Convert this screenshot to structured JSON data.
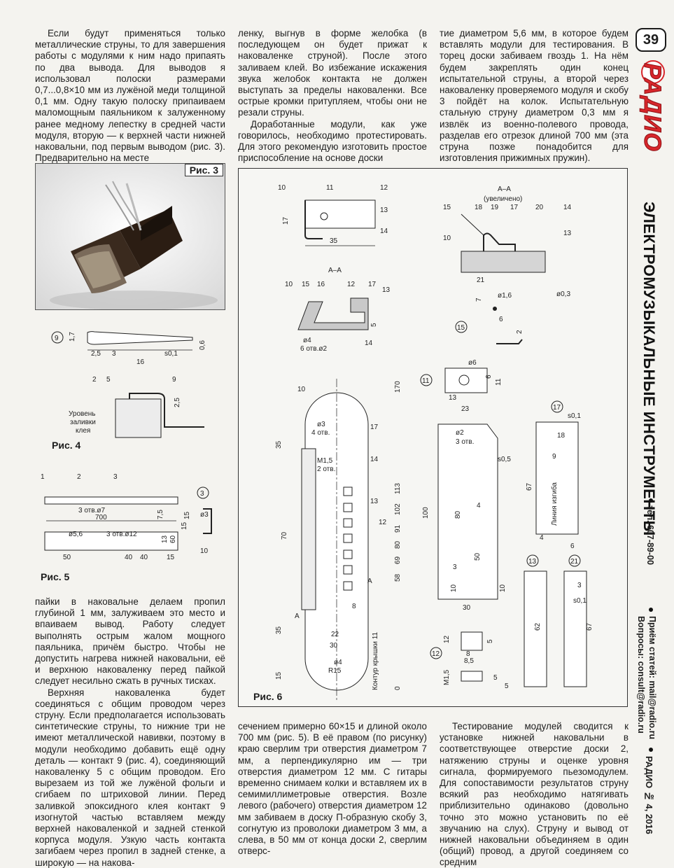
{
  "page_number": "39",
  "logo": "РАДИО",
  "section": "ЭЛЕКТРОМУЗЫКАЛЬНЫЕ ИНСТРУМЕНТЫ",
  "phone": "тел. 607-89-00",
  "emails": [
    "Приём статей: mail@radio.ru",
    "Вопросы: consult@radio.ru"
  ],
  "issue": "РАДИО № 4, 2016",
  "col1": [
    "Если будут применяться только металлические струны, то для завершения работы с модулями к ним надо припаять по два вывода. Для выводов я использовал полоски размерами 0,7...0,8×10 мм из лужёной меди толщиной 0,1 мм. Одну такую полоску припаиваем маломощным паяльником к залуженному ранее медному лепестку в средней части модуля, вторую — к верхней части нижней наковальни, под первым выводом (рис. 3). Предварительно на месте"
  ],
  "col1b": [
    "пайки в наковальне делаем пропил глубиной 1 мм, залуживаем это место и впаиваем вывод. Работу следует выполнять острым жалом мощного паяльника, причём быстро. Чтобы не допустить нагрева нижней наковальни, её и верхнюю наковаленку перед пайкой следует несильно сжать в ручных тисках.",
    "Верхняя наковаленка будет соединяться с общим проводом через струну. Если предполагается использовать синтетические струны, то нижние три не имеют металлической навивки, поэтому в модули необходимо добавить ещё одну деталь — контакт 9 (рис. 4), соединяющий наковаленку 5 с общим проводом. Его вырезаем из той же лужёной фольги и сгибаем по штриховой линии. Перед заливкой эпоксидного клея контакт 9 изогнутой частью вставляем между верхней наковаленкой и задней стенкой корпуса модуля. Узкую часть контакта загибаем через пропил в задней стенке, а широкую — на накова-"
  ],
  "col2": [
    "ленку, выгнув в форме желобка (в последующем он будет прижат к наковаленке струной). После этого заливаем клей. Во избежание искажения звука желобок контакта не должен выступать за пределы наковаленки. Все острые кромки притупляем, чтобы они не резали струны.",
    "Доработанные модули, как уже говорилось, необходимо протестировать. Для этого рекомендую изготовить простое приспособление на основе доски"
  ],
  "col2b": [
    "сечением примерно 60×15 и длиной около 700 мм (рис. 5). В её правом (по рисунку) краю сверлим три отверстия диаметром 7 мм, а перпендикулярно им — три отверстия диаметром 12 мм. С гитары временно снимаем колки и вставляем их в семимиллиметровые отверстия. Возле левого (рабочего) отверстия диаметром 12 мм забиваем в доску П-образную скобу 3, согнутую из проволоки диаметром 3 мм, а слева, в 50 мм от конца доски 2, сверлим отверс-"
  ],
  "col3": [
    "тие диаметром 5,6 мм, в которое будем вставлять модули для тестирования. В торец доски забиваем гвоздь 1. На нём будем закреплять один конец испытательной струны, а второй через наковаленку проверяемого модуля и скобу 3 пойдёт на колок. Испытательную стальную струну диаметром 0,3 мм я извлёк из военно-полевого провода, разделав его отрезок длиной 700 мм (эта струна позже понадобится для изготовления прижимных пружин)."
  ],
  "col3b": [
    "Тестирование модулей сводится к установке нижней наковальни в соответствующее отверстие доски 2, натяжению струны и оценке уровня сигнала, формируемого пьезомодулем. Для сопоставимости результатов струну всякий раз необходимо натягивать приблизительно одинаково (довольно точно это можно установить по её звучанию на слух). Струну и вывод от нижней наковальни объединяем в один (общий) провод, а другой соединяем со средним"
  ],
  "figures": {
    "fig3": "Рис. 3",
    "fig4": "Рис. 4",
    "fig5": "Рис. 5",
    "fig6": "Рис. 6"
  },
  "fig4": {
    "level_label": [
      "Уровень",
      "заливки",
      "клея"
    ],
    "part": "9",
    "dims": [
      "1,7",
      "2,5",
      "3",
      "16",
      "s0,1",
      "0,6",
      "2",
      "5",
      "9",
      "2,5"
    ]
  },
  "fig5": {
    "labels": [
      "1",
      "2",
      "3",
      "3"
    ],
    "dims": [
      "3 отв.ø7",
      "700",
      "7,5",
      "15",
      "ø5,6",
      "3 отв.ø12",
      "13",
      "60",
      "50",
      "40",
      "40",
      "15",
      "15",
      "ø3",
      "10"
    ]
  },
  "fig6": {
    "section_title": "A–A",
    "section_sub": "(увеличено)",
    "contour_label": "Контур крышки 11",
    "izgib_label": "Линия изгиба",
    "dims_top": [
      "10",
      "11",
      "12",
      "13",
      "14",
      "17",
      "35"
    ],
    "dims_aa": [
      "10",
      "15",
      "16",
      "12",
      "17",
      "13",
      "14",
      "5",
      "ø4",
      "6 отв.ø2"
    ],
    "dims_board": [
      "ø3",
      "4 отв.",
      "М1,5",
      "2 отв.",
      "17",
      "14",
      "13",
      "12",
      "8",
      "22",
      "30",
      "R15",
      "ø4",
      "35",
      "35",
      "70",
      "15",
      "170",
      "113",
      "102",
      "91",
      "80",
      "69",
      "58",
      "0",
      "A",
      "A",
      "10"
    ],
    "dims_aa2": [
      "15",
      "18",
      "19",
      "17",
      "20",
      "14",
      "13",
      "10",
      "21",
      "7",
      "ø1,6",
      "6",
      "ø0,3",
      "2",
      "15"
    ],
    "dims_11": [
      "11",
      "ø6",
      "6",
      "11",
      "13",
      "23"
    ],
    "dims_part": [
      "ø2",
      "3 отв.",
      "s0,5",
      "100",
      "80",
      "50",
      "4",
      "3",
      "10",
      "30",
      "10"
    ],
    "dims_17": [
      "17",
      "s0,1",
      "18",
      "9",
      "67",
      "4",
      "6"
    ],
    "dims_12": [
      "12",
      "12",
      "8",
      "8,5",
      "5",
      "М1,5",
      "5"
    ],
    "dims_13": [
      "13",
      "62",
      "5",
      "21",
      "3",
      "s0,1",
      "67"
    ]
  }
}
